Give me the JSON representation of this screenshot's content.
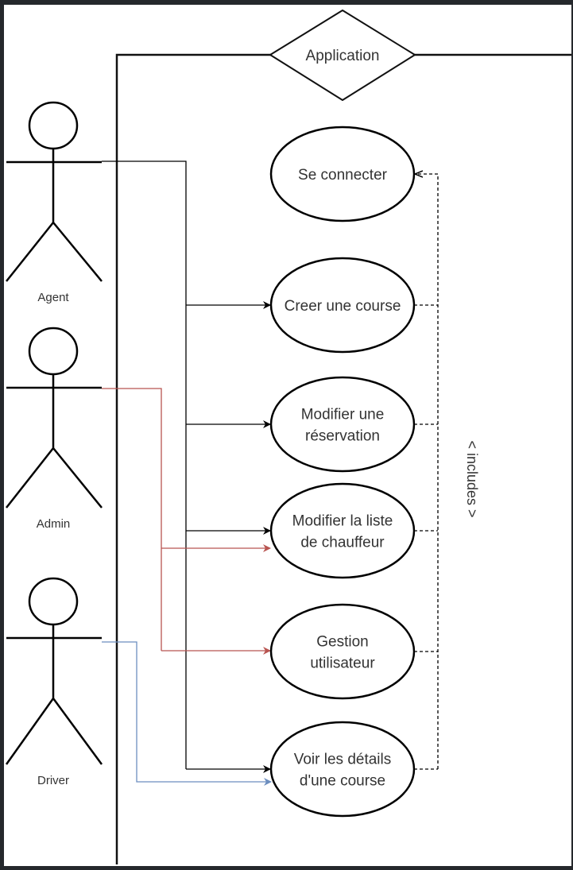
{
  "system": {
    "title": "Application"
  },
  "actors": [
    {
      "label": "Agent"
    },
    {
      "label": "Admin"
    },
    {
      "label": "Driver"
    }
  ],
  "use_cases": [
    {
      "lines": [
        "Se connecter"
      ]
    },
    {
      "lines": [
        "Creer une course"
      ]
    },
    {
      "lines": [
        "Modifier une",
        "réservation"
      ]
    },
    {
      "lines": [
        "Modifier la liste",
        "de chauffeur"
      ]
    },
    {
      "lines": [
        "Gestion",
        "utilisateur"
      ]
    },
    {
      "lines": [
        "Voir les détails",
        "d'une course"
      ]
    }
  ],
  "relation_label": "< includes >",
  "colors": {
    "agent": "#000000",
    "admin": "#b85450",
    "driver": "#6c8ebf",
    "frame": "#25282c"
  }
}
